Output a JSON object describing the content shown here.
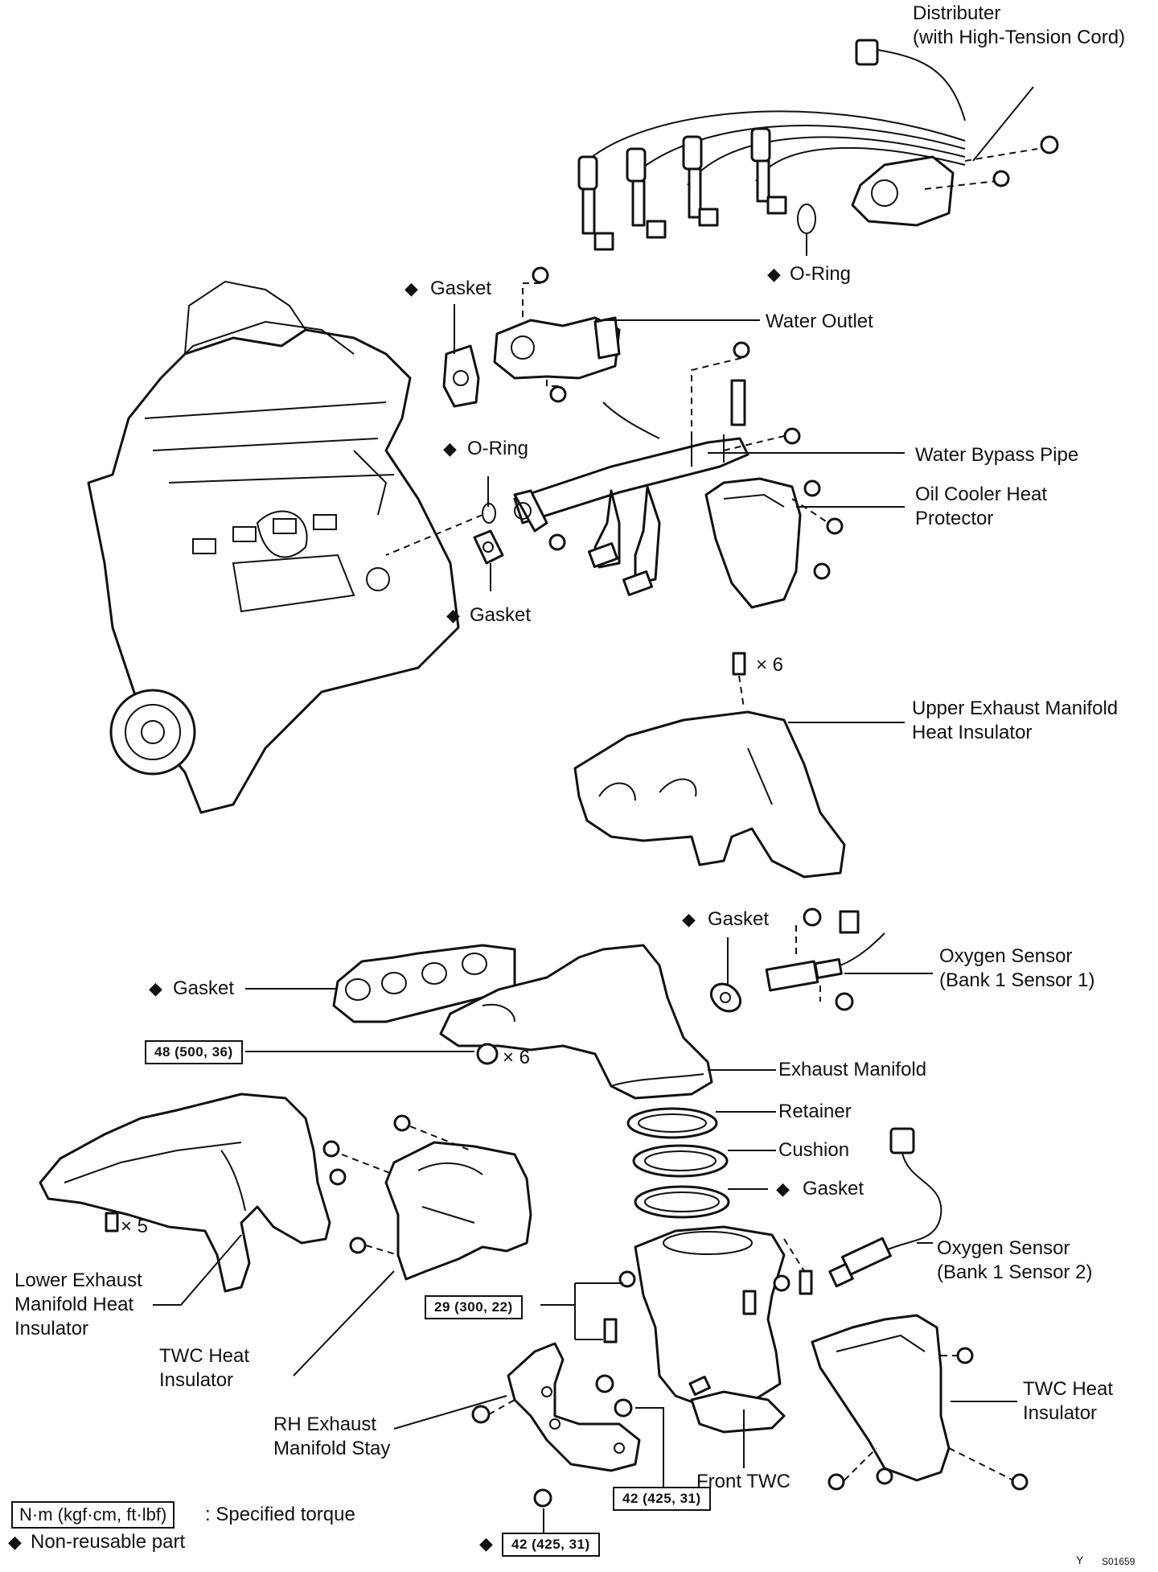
{
  "labels": {
    "distributer": "Distributer\n(with High-Tension Cord)",
    "o_ring_top": "O-Ring",
    "gasket_water_outlet": "Gasket",
    "water_outlet": "Water Outlet",
    "o_ring_mid": "O-Ring",
    "water_bypass_pipe": "Water Bypass Pipe",
    "oil_cooler_heat_protector": "Oil Cooler Heat\nProtector",
    "gasket_bypass": "Gasket",
    "bolt_count_top": "× 6",
    "upper_exhaust_manifold_heat_insulator": "Upper Exhaust Manifold\nHeat Insulator",
    "gasket_o2": "Gasket",
    "oxygen_sensor_1": "Oxygen Sensor\n(Bank 1 Sensor 1)",
    "gasket_manifold": "Gasket",
    "torque_manifold": "48 (500, 36)",
    "nut_count_manifold": "× 6",
    "exhaust_manifold": "Exhaust Manifold",
    "retainer": "Retainer",
    "cushion": "Cushion",
    "gasket_twc": "Gasket",
    "bolt_count_lower": "× 5",
    "oxygen_sensor_2": "Oxygen Sensor\n(Bank 1 Sensor 2)",
    "lower_exhaust_manifold_heat_insulator": "Lower Exhaust\nManifold Heat\nInsulator",
    "torque_twc": "29 (300, 22)",
    "twc_heat_insulator_left": "TWC Heat\nInsulator",
    "twc_heat_insulator_right": "TWC Heat\nInsulator",
    "rh_exhaust_manifold_stay": "RH Exhaust\nManifold Stay",
    "front_twc": "Front TWC",
    "torque_stay_right": "42 (425, 31)",
    "torque_stay_bottom": "42 (425, 31)"
  },
  "legend": {
    "torque_unit": "N·m (kgf·cm, ft·lbf)",
    "torque_desc": ": Specified torque",
    "nonreusable_desc": "Non-reusable part"
  },
  "diamond_symbol": "◆",
  "footer": {
    "y": "Y",
    "code": "S01659"
  }
}
